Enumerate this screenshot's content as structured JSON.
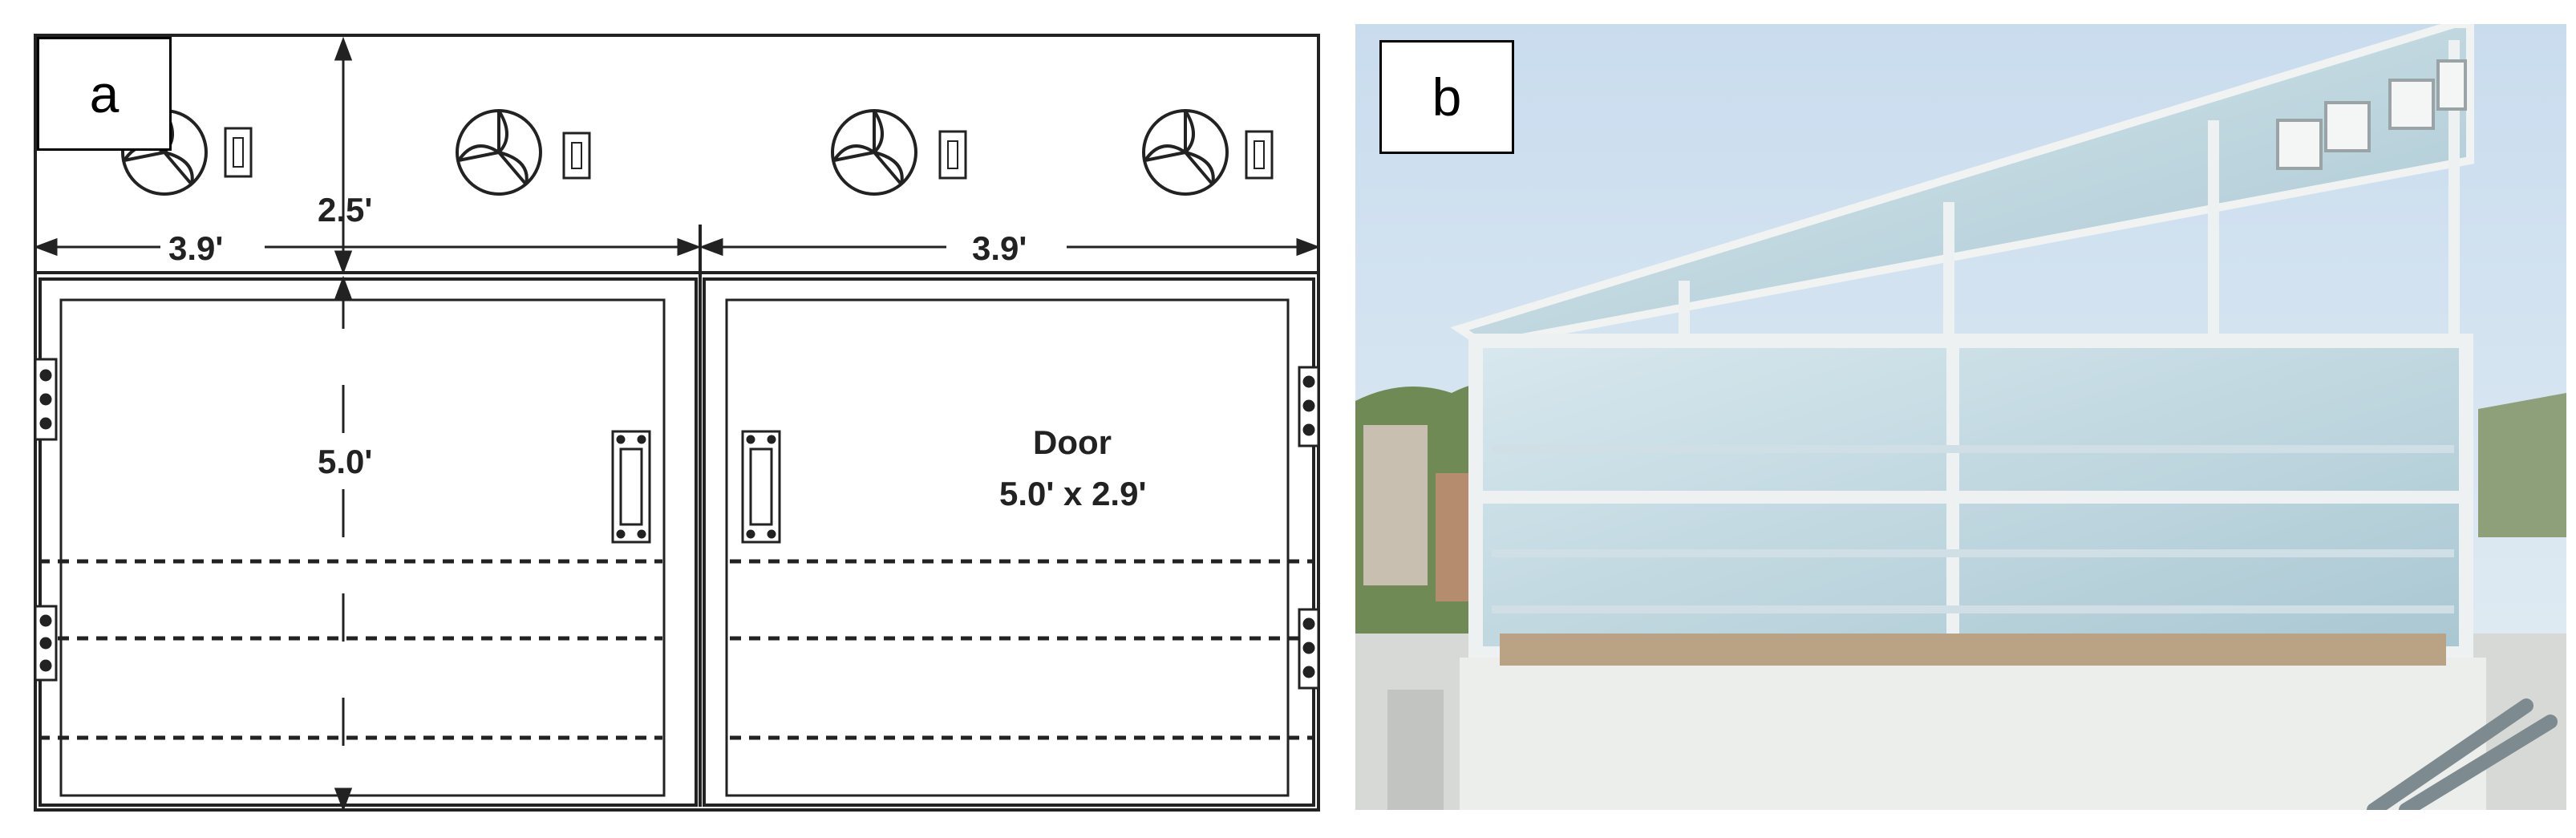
{
  "panel_a": {
    "label": "a",
    "dimensions": {
      "left_width": "3.9'",
      "right_width": "3.9'",
      "top_height": "2.5'",
      "door_height": "5.0'"
    },
    "door_label": "Door",
    "door_size": "5.0' x 2.9'",
    "fan_count": 4
  },
  "panel_b": {
    "label": "b"
  },
  "colors": {
    "line": "#222222",
    "sky": "#d6e6f2",
    "frame": "#e8ecef",
    "glass": "#b9d3de"
  }
}
